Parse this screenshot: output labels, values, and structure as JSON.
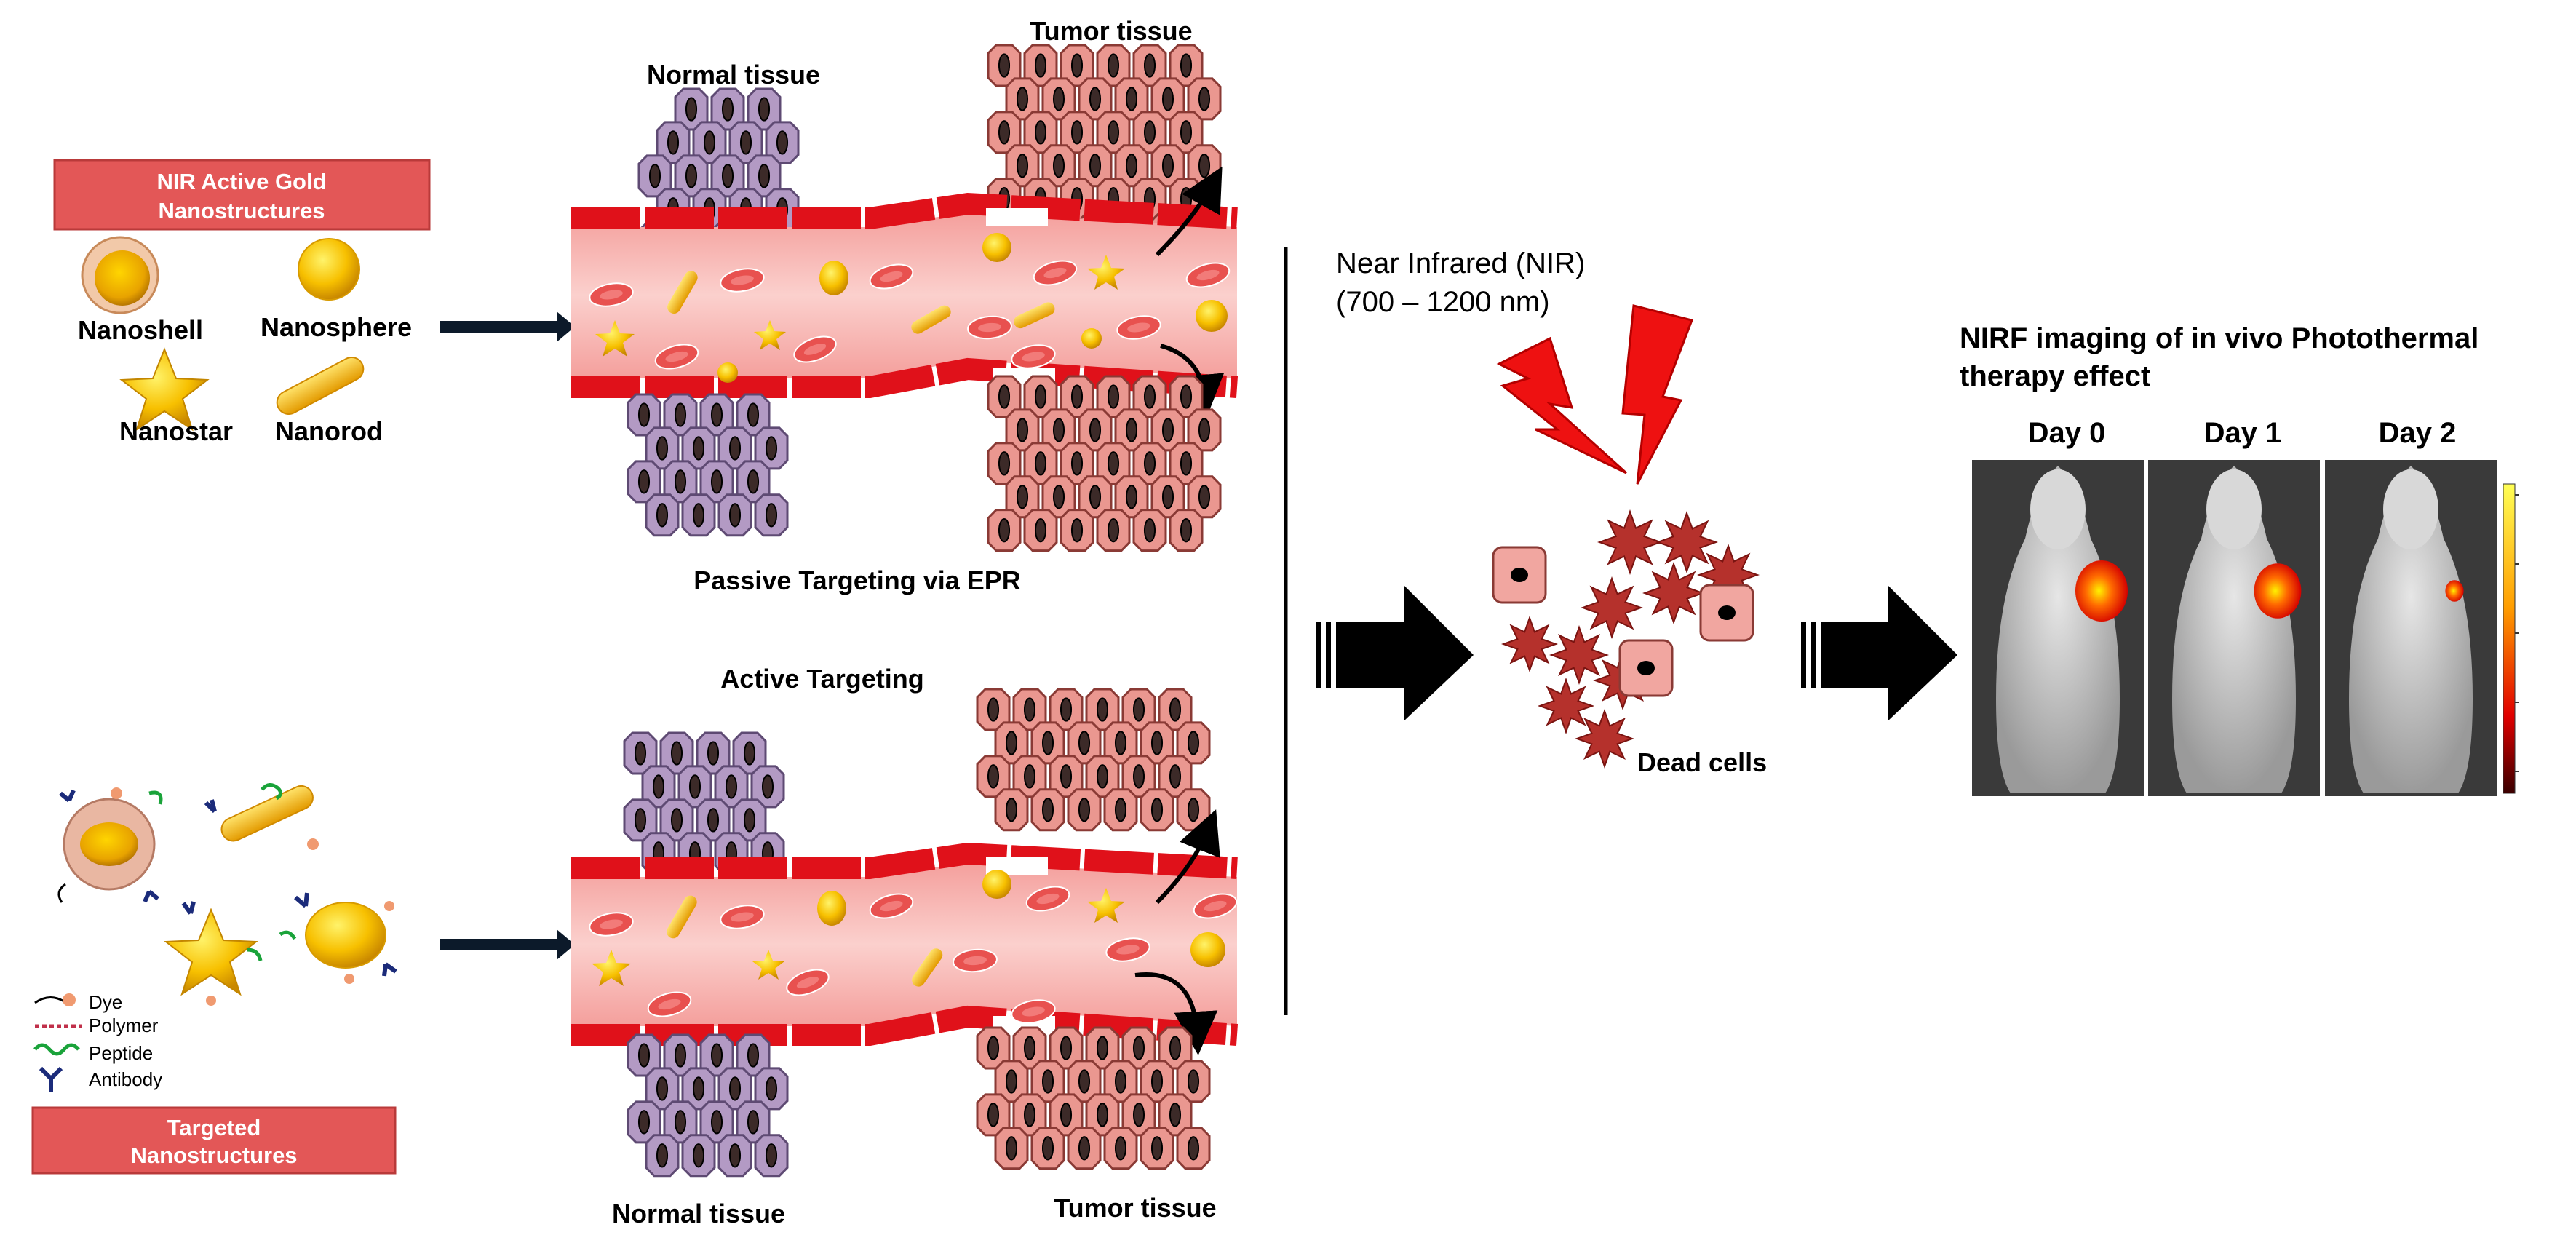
{
  "nanostructures_box": {
    "title_line1": "NIR Active Gold",
    "title_line2": "Nanostructures",
    "items": [
      "Nanoshell",
      "Nanosphere",
      "Nanostar",
      "Nanorod"
    ]
  },
  "targeted_box": {
    "title_line1": "Targeted",
    "title_line2": "Nanostructures"
  },
  "legend": {
    "items": [
      "Dye",
      "Polymer",
      "Peptide",
      "Antibody"
    ]
  },
  "passive_panel": {
    "normal_label": "Normal tissue",
    "tumor_label": "Tumor tissue",
    "caption": "Passive Targeting via EPR"
  },
  "active_panel": {
    "title": "Active Targeting",
    "normal_label": "Normal tissue",
    "tumor_label": "Tumor tissue"
  },
  "nir_panel": {
    "line1": "Near Infrared (NIR)",
    "line2": "(700 – 1200 nm)",
    "dead_cells": "Dead cells"
  },
  "imaging_panel": {
    "title_line1": "NIRF imaging of in vivo Photothermal",
    "title_line2": "therapy effect",
    "days": [
      "Day 0",
      "Day 1",
      "Day 2"
    ]
  },
  "colors": {
    "red_box": "#e35757",
    "vessel_wall": "#e0111a",
    "vessel_lumen": "#f7b3b0",
    "normal_cell": "#b39ac4",
    "tumor_cell": "#ea9790",
    "gold": "#f6b800",
    "arrow_dark": "#0c1a2a"
  }
}
